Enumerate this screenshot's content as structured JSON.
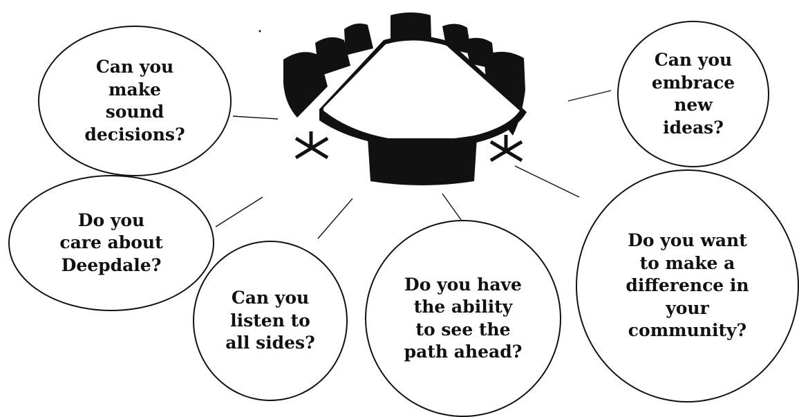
{
  "bubbles": [
    {
      "id": "make-sound-decisions",
      "text": "Can you\nmake\nsound\ndecisions?"
    },
    {
      "id": "embrace-new-ideas",
      "text": "Can you\nembrace\nnew\nideas?"
    },
    {
      "id": "care-about-deepdale",
      "text": "Do you\ncare about\nDeepdale?"
    },
    {
      "id": "listen-to-all-sides",
      "text": "Can you\nlisten to\nall sides?"
    },
    {
      "id": "see-path-ahead",
      "text": "Do you have\nthe ability\nto see the\npath ahead?"
    },
    {
      "id": "make-a-difference",
      "text": "Do you want\nto make a\ndifference in\nyour\ncommunity?"
    }
  ],
  "colors": {
    "ink": "#111111",
    "background": "#ffffff"
  },
  "icons": {
    "center": "conference-table-icon"
  }
}
